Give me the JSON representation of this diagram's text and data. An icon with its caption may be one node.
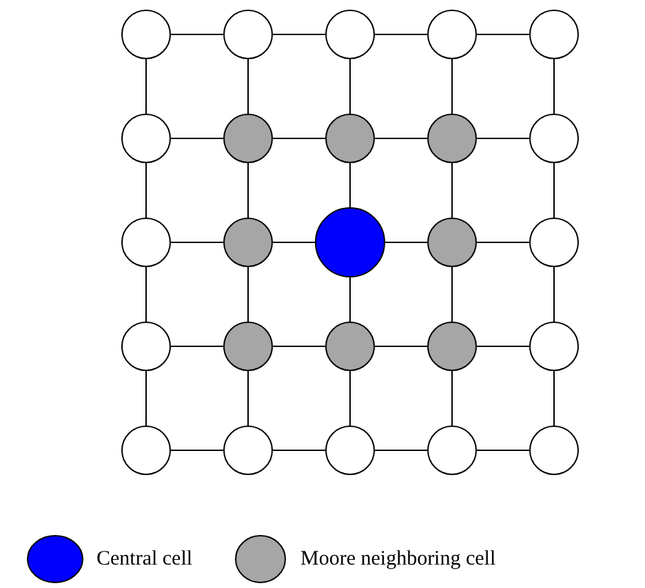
{
  "diagram": {
    "nodes": [
      {
        "text": [],
        "shape": "circle"
      },
      {
        "text": [],
        "shape": "circle"
      },
      {
        "text": [],
        "shape": "circle"
      },
      {
        "text": [],
        "shape": "circle"
      },
      {
        "text": [],
        "shape": "circle"
      },
      {
        "text": [],
        "shape": "circle"
      },
      {
        "text": [],
        "shape": "circle"
      },
      {
        "text": [],
        "shape": "circle"
      },
      {
        "text": [],
        "shape": "circle"
      },
      {
        "text": [],
        "shape": "circle"
      },
      {
        "text": [],
        "shape": "circle"
      },
      {
        "text": [],
        "shape": "circle"
      },
      {
        "text": [],
        "shape": "circle"
      },
      {
        "text": [],
        "shape": "circle"
      },
      {
        "text": [],
        "shape": "circle"
      },
      {
        "text": [],
        "shape": "circle"
      },
      {
        "text": [],
        "shape": "circle"
      },
      {
        "text": [],
        "shape": "circle"
      },
      {
        "text": [],
        "shape": "circle"
      },
      {
        "text": [],
        "shape": "circle"
      },
      {
        "text": [],
        "shape": "circle"
      },
      {
        "text": [],
        "shape": "circle"
      },
      {
        "text": [],
        "shape": "circle"
      },
      {
        "text": [],
        "shape": "circle"
      },
      {
        "text": [],
        "shape": "circle"
      }
    ],
    "edges": [
      {
        "from": 0,
        "to": 1,
        "arrow": "none"
      },
      {
        "from": 1,
        "to": 2,
        "arrow": "none"
      },
      {
        "from": 2,
        "to": 3,
        "arrow": "none"
      },
      {
        "from": 3,
        "to": 4,
        "arrow": "none"
      },
      {
        "from": 0,
        "to": 5,
        "arrow": "none"
      },
      {
        "from": 1,
        "to": 6,
        "arrow": "none"
      },
      {
        "from": 2,
        "to": 7,
        "arrow": "none"
      },
      {
        "from": 3,
        "to": 8,
        "arrow": "none"
      },
      {
        "from": 4,
        "to": 9,
        "arrow": "none"
      },
      {
        "from": 5,
        "to": 6,
        "arrow": "none"
      },
      {
        "from": 6,
        "to": 7,
        "arrow": "none"
      },
      {
        "from": 7,
        "to": 8,
        "arrow": "none"
      },
      {
        "from": 8,
        "to": 9,
        "arrow": "none"
      },
      {
        "from": 5,
        "to": 10,
        "arrow": "none"
      },
      {
        "from": 6,
        "to": 11,
        "arrow": "none"
      },
      {
        "from": 7,
        "to": 12,
        "arrow": "none"
      },
      {
        "from": 8,
        "to": 13,
        "arrow": "none"
      },
      {
        "from": 9,
        "to": 14,
        "arrow": "none"
      },
      {
        "from": 10,
        "to": 11,
        "arrow": "none"
      },
      {
        "from": 11,
        "to": 12,
        "arrow": "none"
      },
      {
        "from": 12,
        "to": 13,
        "arrow": "none"
      },
      {
        "from": 13,
        "to": 14,
        "arrow": "none"
      },
      {
        "from": 10,
        "to": 15,
        "arrow": "none"
      },
      {
        "from": 11,
        "to": 16,
        "arrow": "none"
      },
      {
        "from": 12,
        "to": 17,
        "arrow": "none"
      },
      {
        "from": 13,
        "to": 18,
        "arrow": "none"
      },
      {
        "from": 14,
        "to": 19,
        "arrow": "none"
      },
      {
        "from": 15,
        "to": 16,
        "arrow": "none"
      },
      {
        "from": 16,
        "to": 17,
        "arrow": "none"
      },
      {
        "from": 17,
        "to": 18,
        "arrow": "none"
      },
      {
        "from": 18,
        "to": 19,
        "arrow": "none"
      },
      {
        "from": 15,
        "to": 20,
        "arrow": "none"
      },
      {
        "from": 16,
        "to": 21,
        "arrow": "none"
      },
      {
        "from": 17,
        "to": 22,
        "arrow": "none"
      },
      {
        "from": 18,
        "to": 23,
        "arrow": "none"
      },
      {
        "from": 19,
        "to": 24,
        "arrow": "none"
      },
      {
        "from": 20,
        "to": 21,
        "arrow": "none"
      },
      {
        "from": 21,
        "to": 22,
        "arrow": "none"
      },
      {
        "from": 22,
        "to": 23,
        "arrow": "none"
      },
      {
        "from": 23,
        "to": 24,
        "arrow": "none"
      }
    ],
    "legend": [
      {
        "text": "Central cell",
        "color": "#0000ff"
      },
      {
        "text": "Moore neighboring cell",
        "color": "#a6a6a6"
      }
    ]
  }
}
